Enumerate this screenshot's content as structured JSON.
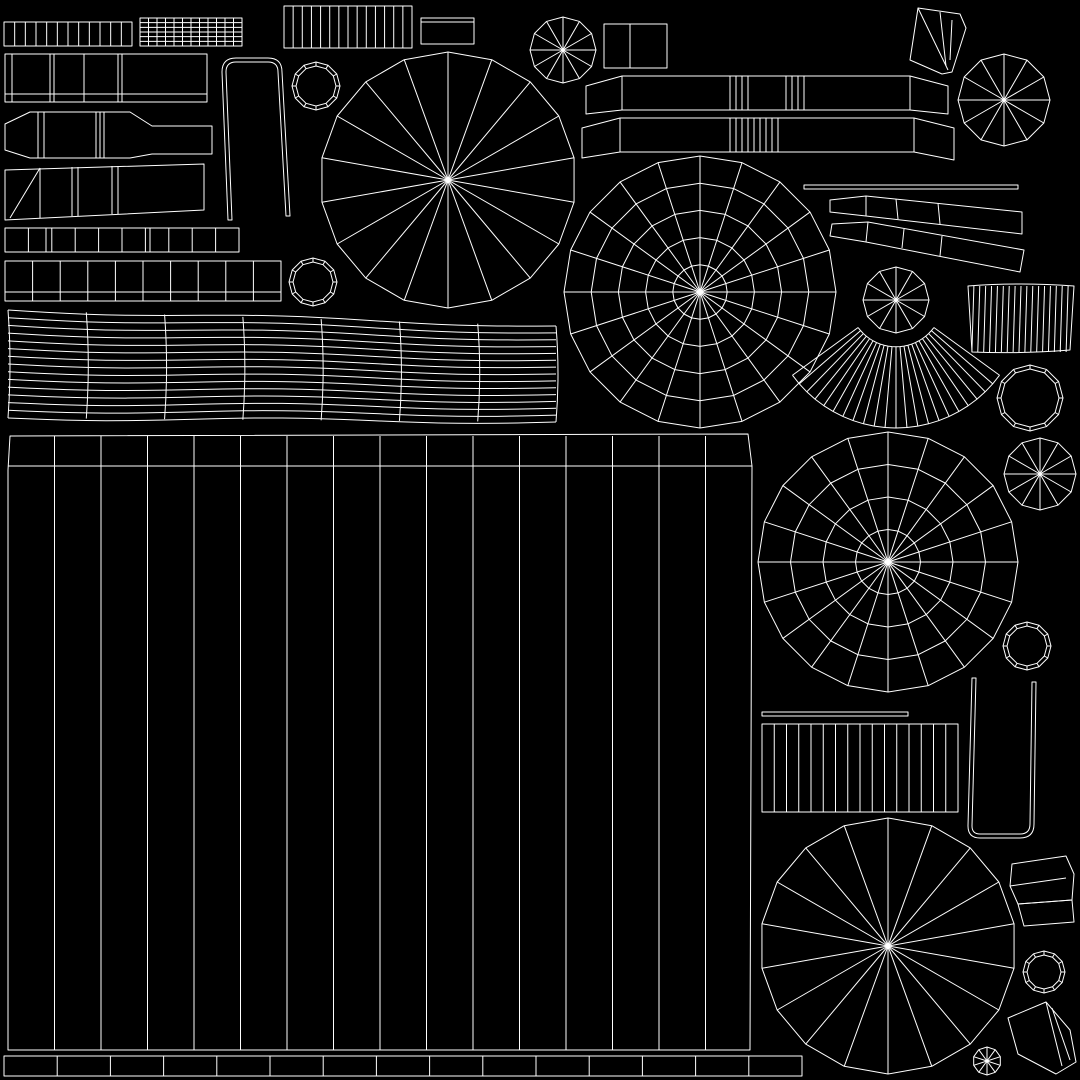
{
  "canvas": {
    "background": "#000000",
    "wire_color": "#ffffff"
  },
  "islands": {
    "big_wheel_center": {
      "segments": 18
    },
    "web_wheel_upper": {
      "segments": 20,
      "rings": 5
    },
    "web_wheel_lower": {
      "segments": 20,
      "rings": 4
    },
    "big_wheel_lower": {
      "segments": 18
    },
    "small_wheel_top": {
      "segments": 12
    },
    "small_wheel_right": {
      "segments": 12
    },
    "small_wheel_mid": {
      "segments": 12
    },
    "small_wheel_side": {
      "segments": 12
    },
    "small_wheel_bottom": {
      "segments": 10
    },
    "large_panel": {
      "columns": 16
    },
    "bottom_strip": {
      "columns": 15
    },
    "right_grid": {
      "columns": 16
    },
    "curved_strip": {
      "columns": 7,
      "rows": 14
    }
  }
}
